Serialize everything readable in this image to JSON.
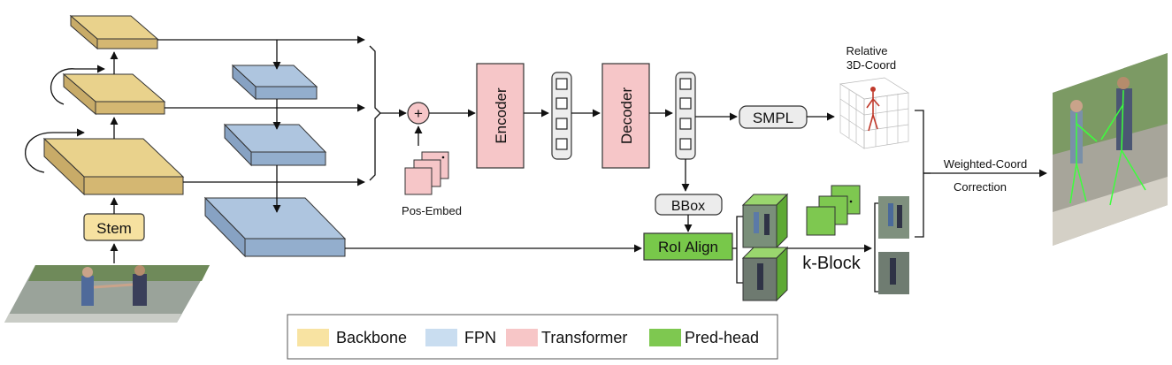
{
  "labels": {
    "stem": "Stem",
    "pos_embed": "Pos-Embed",
    "encoder": "Encoder",
    "decoder": "Decoder",
    "smpl": "SMPL",
    "relative_line1": "Relative",
    "relative_line2": "3D-Coord",
    "bbox": "BBox",
    "roi_align": "RoI Align",
    "k_block": "k-Block",
    "weighted_line1": "Weighted-Coord",
    "weighted_line2": "Correction",
    "plus": "+"
  },
  "legend": [
    {
      "label": "Backbone",
      "color": "#f8e3a2"
    },
    {
      "label": "FPN",
      "color": "#c9ddf0"
    },
    {
      "label": "Transformer",
      "color": "#f7c6c7"
    },
    {
      "label": "Pred-head",
      "color": "#7ec850"
    }
  ],
  "colors": {
    "backbone_face": "#f6e1a0",
    "backbone_top": "#e9d28c",
    "backbone_side": "#d4b772",
    "fpn_face": "#cfe1f3",
    "fpn_top": "#aec5df",
    "fpn_side": "#93aecd",
    "transformer": "#f6c6c8",
    "pred_head": "#78c84a",
    "pred_head_dark": "#4f9a2c"
  }
}
